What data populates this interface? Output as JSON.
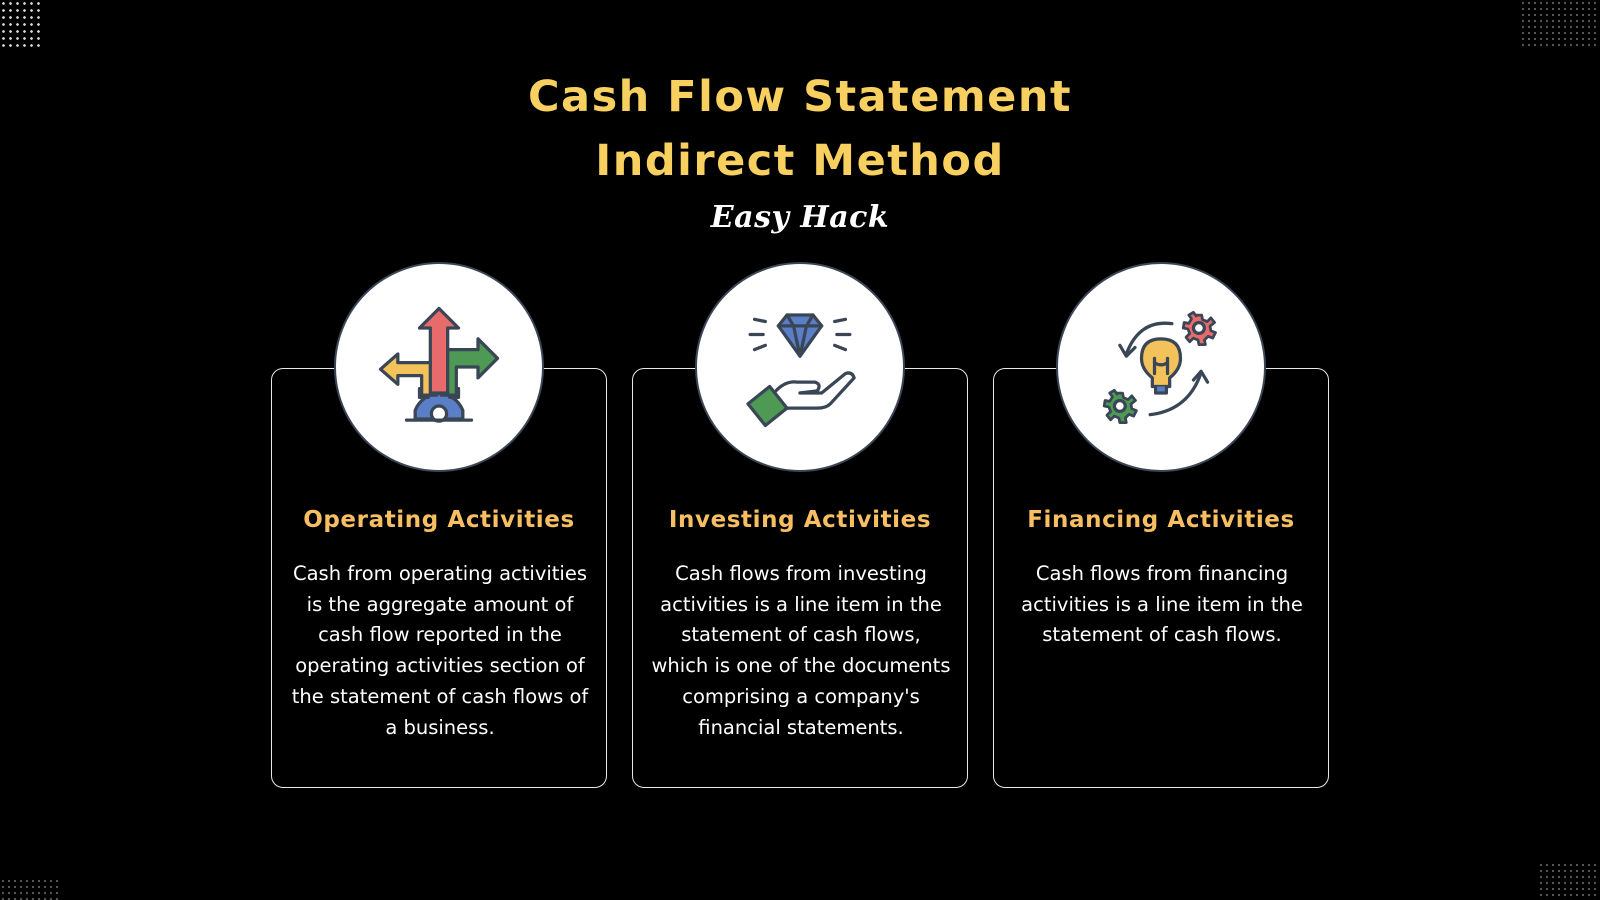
{
  "header": {
    "title_line1": "Cash Flow Statement",
    "title_line2": "Indirect Method",
    "subtitle": "Easy Hack"
  },
  "cards": [
    {
      "title": "Operating Activities",
      "description": "Cash from operating activities is the aggregate amount of cash flow reported in the operating activities section of the statement of cash flows of a business.",
      "icon": "directional-arrows-gear-icon"
    },
    {
      "title": "Investing Activities",
      "description": "Cash flows from investing activities is a line item in the statement of cash flows, which is one of the documents comprising a company's financial statements.",
      "icon": "hand-holding-diamond-icon"
    },
    {
      "title": "Financing Activities",
      "description": "Cash flows from financing activities is a line item in the statement of cash flows.",
      "icon": "lightbulb-gears-cycle-icon"
    }
  ],
  "colors": {
    "background": "#000000",
    "title": "#F7D060",
    "card_title": "#F7BE62",
    "text": "#FFFFFF",
    "card_border": "#E9E9E9",
    "icon_outline": "#3A4656"
  }
}
